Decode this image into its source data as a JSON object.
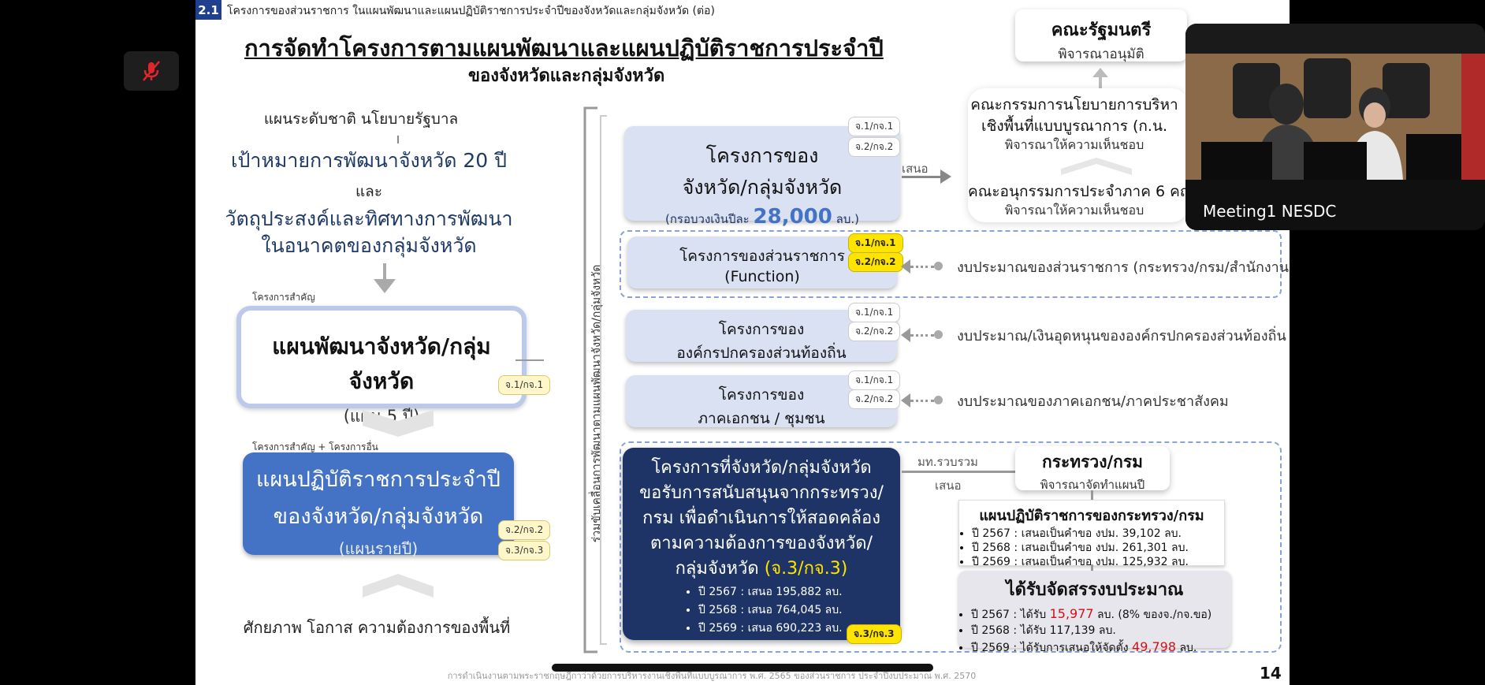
{
  "mute_icon": "microphone-muted-icon",
  "header": {
    "section_num": "2.1",
    "section_title": "โครงการของส่วนราชการ ในแผนพัฒนาและแผนปฏิบัติราชการประจำปีของจังหวัดและกลุ่มจังหวัด (ต่อ)",
    "title": "การจัดทำโครงการตามแผนพัฒนาและแผนปฏิบัติราชการประจำปี",
    "subtitle": "ของจังหวัดและกลุ่มจังหวัด"
  },
  "left": {
    "national": "แผนระดับชาติ นโยบายรัฐบาล",
    "goal1": "เป้าหมายการพัฒนาจังหวัด 20 ปี",
    "and": "และ",
    "goal2": "วัตถุประสงค์และทิศทางการพัฒนา",
    "goal3": "ในอนาคตของกลุ่มจังหวัด",
    "key_projects": "โครงการสำคัญ",
    "plan_title": "แผนพัฒนาจังหวัด/กลุ่มจังหวัด",
    "plan_sub": "(แผน 5 ปี)",
    "plan_tag": "จ.1/กจ.1",
    "key_plus_other": "โครงการสำคัญ + โครงการอื่น",
    "annual_title1": "แผนปฏิบัติราชการประจำปี",
    "annual_title2": "ของจังหวัด/กลุ่มจังหวัด",
    "annual_sub": "(แผนรายปี)",
    "annual_tag1": "จ.2/กจ.2",
    "annual_tag2": "จ.3/กจ.3",
    "potential": "ศักยภาพ โอกาส ความต้องการของพื้นที่"
  },
  "vertical_label": "ร่วมขับเคลื่อนการพัฒนาตามแผนพัฒนาจังหวัด/กลุ่มจังหวัด",
  "projects": {
    "tag1": "จ.1/กจ.1",
    "tag2": "จ.2/กจ.2",
    "p1_line1": "โครงการของ",
    "p1_line2": "จังหวัด/กลุ่มจังหวัด",
    "p1_frame": "(กรอบวงเงินปีละ",
    "p1_amount": "28,000",
    "p1_unit": "ลบ.)",
    "propose": "เสนอ",
    "p2_line1": "โครงการของส่วนราชการ",
    "p2_line2": "(Function)",
    "p2_budget": "งบประมาณของส่วนราชการ (กระทรวง/กรม/สำนักงาน)",
    "p3_line1": "โครงการของ",
    "p3_line2": "องค์กรปกครองส่วนท้องถิ่น",
    "p3_budget": "งบประมาณ/เงินอุดหนุนขององค์กรปกครองส่วนท้องถิ่น",
    "p4_line1": "โครงการของ",
    "p4_line2": "ภาคเอกชน / ชุมชน",
    "p4_budget": "งบประมาณของภาคเอกชน/ภาคประชาสังคม"
  },
  "approval": {
    "cabinet": "คณะรัฐมนตรี",
    "cabinet_sub": "พิจารณาอนุมัติ",
    "committee1": "คณะกรรมการนโยบายการบริหา",
    "committee2": "เชิงพื้นที่แบบบูรณาการ (ก.น.",
    "committee_sub": "พิจารณาให้ความเห็นชอบ",
    "sub_committee": "คณะอนุกรรมการประจำภาค 6 คณ",
    "sub_committee_sub": "พิจารณาให้ความเห็นชอบ"
  },
  "support": {
    "l1": "โครงการที่จังหวัด/กลุ่มจังหวัด",
    "l2": "ขอรับการสนับสนุนจากกระทรวง/",
    "l3": "กรม เพื่อดำเนินการให้สอดคล้อง",
    "l4": "ตามความต้องการของจังหวัด/",
    "l5": "กลุ่มจังหวัด",
    "l5_tag": "(จ.3/กจ.3)",
    "items": [
      "ปี 2567 : เสนอ 195,882 ลบ.",
      "ปี 2568 : เสนอ 764,045 ลบ.",
      "ปี 2569 : เสนอ 690,223 ลบ."
    ],
    "tag": "จ.3/กจ.3",
    "moi": "มท.รวบรวม",
    "propose": "เสนอ"
  },
  "ministry": {
    "title": "กระทรวง/กรม",
    "sub": "พิจารณาจัดทำแผนปี",
    "plan_title": "แผนปฏิบัติราชการของกระทรวง/กรม",
    "plan_items": [
      "ปี 2567 : เสนอเป็นคำขอ งปม. 39,102 ลบ.",
      "ปี 2568 : เสนอเป็นคำขอ งปม. 261,301 ลบ.",
      "ปี 2569 : เสนอเป็นคำขอ งปม. 125,932 ลบ."
    ]
  },
  "allocation": {
    "title": "ได้รับจัดสรรงบประมาณ",
    "i1_a": "ปี 2567 : ได้รับ",
    "i1_red": "15,977",
    "i1_b": "ลบ. (8% ของจ./กจ.ขอ)",
    "i2": "ปี 2568 : ได้รับ 117,139 ลบ.",
    "i3_a": "ปี 2569 : ได้รับการเสนอให้จัดตั้ง",
    "i3_red": "49,798",
    "i3_b": "ลบ."
  },
  "footer": {
    "note": "การดำเนินงานตามพระราชกฤษฎีกาว่าด้วยการบริหารงานเชิงพื้นที่แบบบูรณาการ พ.ศ. 2565 ของส่วนราชการ ประจำปีงบประมาณ พ.ศ. 2570",
    "page": "14"
  },
  "video": {
    "name": "Meeting1 NESDC"
  },
  "colors": {
    "navy": "#1e3466",
    "blue": "#4472c4",
    "yellow": "#ffe400",
    "red": "#d0121b"
  }
}
